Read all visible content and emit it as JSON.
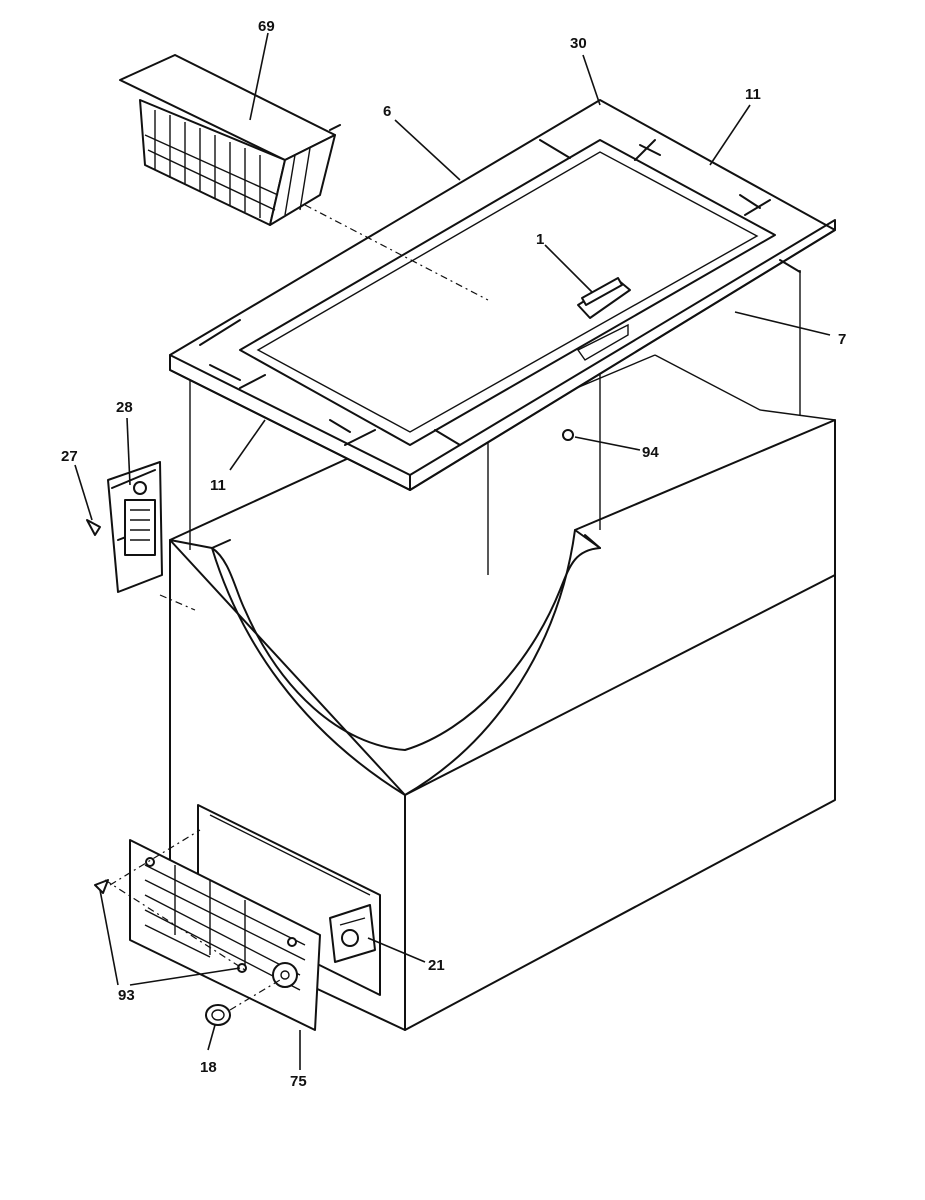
{
  "diagram": {
    "callouts": {
      "c69": "69",
      "c30": "30",
      "c11_top": "11",
      "c6": "6",
      "c1": "1",
      "c7": "7",
      "c28": "28",
      "c27": "27",
      "c11_left": "11",
      "c94": "94",
      "c21": "21",
      "c93": "93",
      "c18": "18",
      "c75": "75"
    }
  }
}
